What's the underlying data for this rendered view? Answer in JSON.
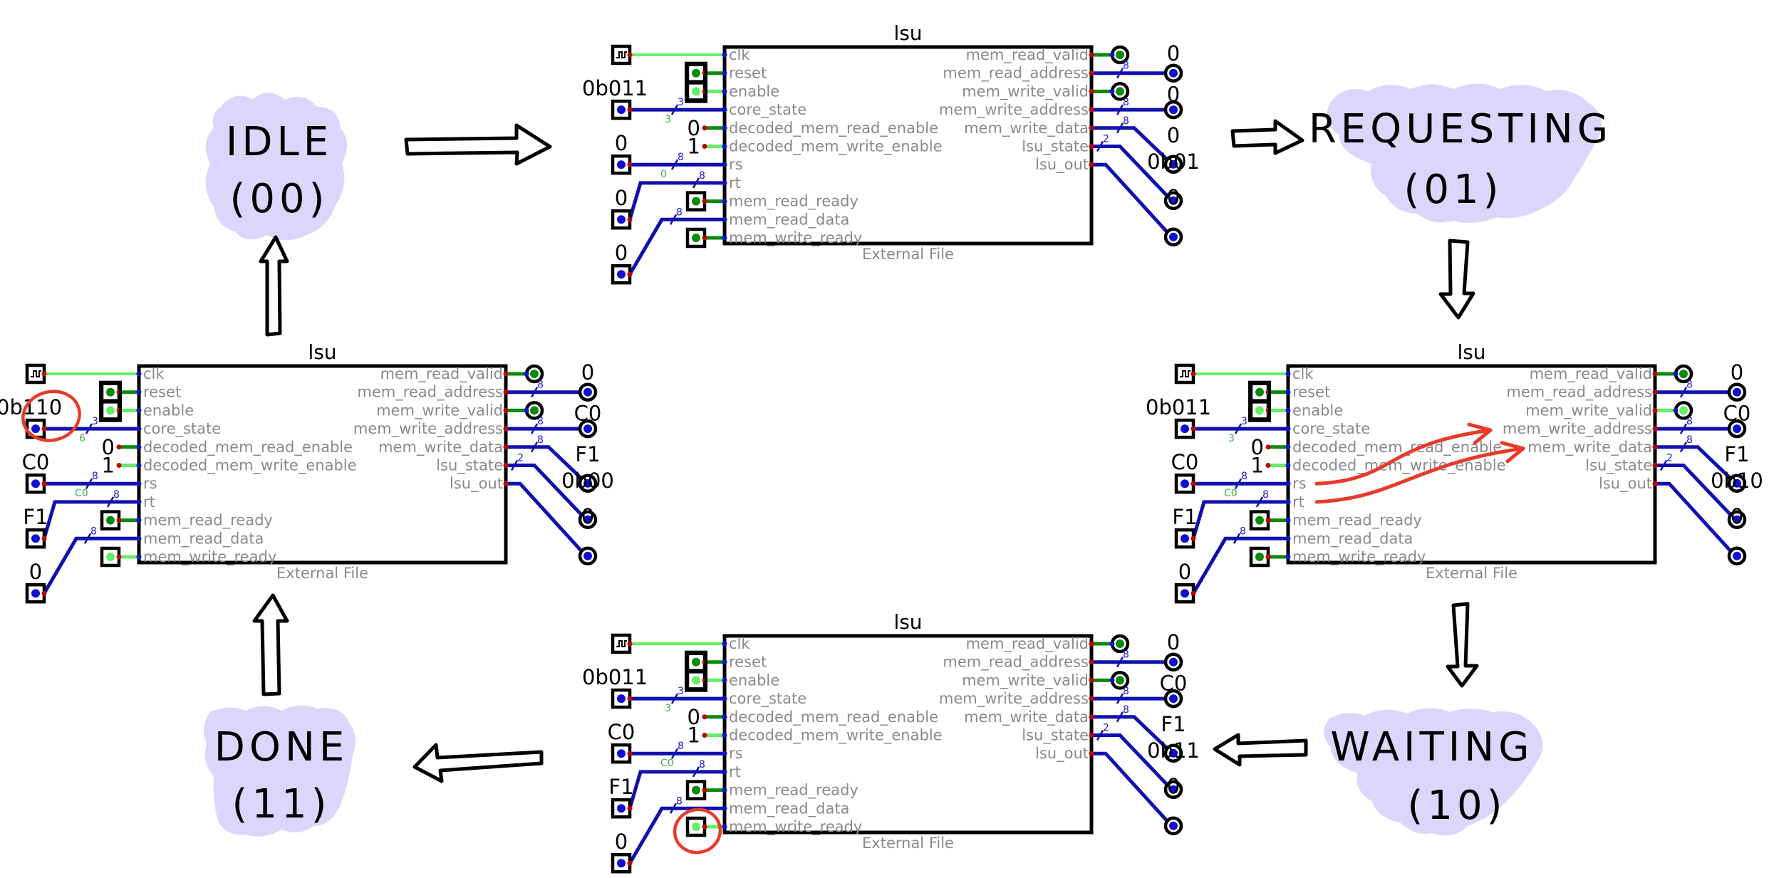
{
  "diagram": {
    "title": "LSU state machine walkthrough (memory write)",
    "colors": {
      "wire_bus": "#1010b0",
      "wire_high": "#66ee66",
      "wire_low": "#0a8a0a",
      "pin_red": "#c00000",
      "pin_blue": "#1010d0",
      "cloud": "#dcd6fc",
      "annotation": "#e83a2a",
      "label_grey": "#8a8a8a"
    },
    "states": [
      {
        "id": "idle",
        "name": "IDLE",
        "code": "(00)"
      },
      {
        "id": "requesting",
        "name": "REQUESTING",
        "code": "(01)"
      },
      {
        "id": "waiting",
        "name": "WAITING",
        "code": "(10)"
      },
      {
        "id": "done",
        "name": "DONE",
        "code": "(11)"
      }
    ],
    "transitions": [
      {
        "from": "idle",
        "to": "circuit-requesting"
      },
      {
        "from": "circuit-requesting",
        "to": "requesting"
      },
      {
        "from": "requesting",
        "to": "circuit-waiting"
      },
      {
        "from": "circuit-waiting",
        "to": "waiting"
      },
      {
        "from": "waiting",
        "to": "circuit-done"
      },
      {
        "from": "circuit-done",
        "to": "done"
      },
      {
        "from": "done",
        "to": "circuit-idle"
      },
      {
        "from": "circuit-idle",
        "to": "idle"
      }
    ],
    "block_common": {
      "title": "lsu",
      "footer": "External File",
      "inputs": [
        "clk",
        "reset",
        "enable",
        "core_state",
        "decoded_mem_read_enable",
        "decoded_mem_write_enable",
        "rs",
        "rt",
        "mem_read_ready",
        "mem_read_data",
        "mem_write_ready"
      ],
      "outputs": [
        "mem_read_valid",
        "mem_read_address",
        "mem_write_valid",
        "mem_write_address",
        "mem_write_data",
        "lsu_state",
        "lsu_out"
      ],
      "bus_widths": {
        "core_state": "3",
        "rs": "8",
        "rt": "8",
        "mem_read_data": "8",
        "mem_read_address": "8",
        "mem_write_address": "8",
        "mem_write_data": "8",
        "lsu_state": "2"
      }
    },
    "blocks": [
      {
        "id": "circuit-requesting",
        "position": "top",
        "inputs": {
          "reset": 0,
          "enable": 1,
          "core_state": "0b011",
          "core_state_tap": "3",
          "decoded_mem_read_enable": "0",
          "decoded_mem_write_enable": "1",
          "rs": "0",
          "rs_tap": "0",
          "rt": "0",
          "mem_read_ready": 0,
          "mem_read_data": "0",
          "mem_write_ready": 0
        },
        "outputs": {
          "mem_read_valid": 0,
          "mem_read_address": "0",
          "mem_write_valid": 0,
          "mem_write_address": "0",
          "mem_write_data": "0",
          "lsu_state": "0b01",
          "lsu_out": "0"
        }
      },
      {
        "id": "circuit-waiting",
        "position": "right",
        "inputs": {
          "reset": 0,
          "enable": 1,
          "core_state": "0b011",
          "core_state_tap": "3",
          "decoded_mem_read_enable": "0",
          "decoded_mem_write_enable": "1",
          "rs": "C0",
          "rs_tap": "C0",
          "rt": "F1",
          "mem_read_ready": 0,
          "mem_read_data": "0",
          "mem_write_ready": 0
        },
        "outputs": {
          "mem_read_valid": 0,
          "mem_read_address": "0",
          "mem_write_valid": 1,
          "mem_write_address": "C0",
          "mem_write_data": "F1",
          "lsu_state": "0b10",
          "lsu_out": "0"
        },
        "annotations": [
          {
            "type": "arrow",
            "from": "rs",
            "to": "mem_write_address"
          },
          {
            "type": "arrow",
            "from": "rt",
            "to": "mem_write_data"
          }
        ]
      },
      {
        "id": "circuit-done",
        "position": "bottom",
        "inputs": {
          "reset": 0,
          "enable": 1,
          "core_state": "0b011",
          "core_state_tap": "3",
          "decoded_mem_read_enable": "0",
          "decoded_mem_write_enable": "1",
          "rs": "C0",
          "rs_tap": "C0",
          "rt": "F1",
          "mem_read_ready": 0,
          "mem_read_data": "0",
          "mem_write_ready": 1
        },
        "outputs": {
          "mem_read_valid": 0,
          "mem_read_address": "0",
          "mem_write_valid": 0,
          "mem_write_address": "C0",
          "mem_write_data": "F1",
          "lsu_state": "0b11",
          "lsu_out": "0"
        },
        "annotations": [
          {
            "type": "circle",
            "target": "mem_write_ready"
          }
        ]
      },
      {
        "id": "circuit-idle",
        "position": "left",
        "inputs": {
          "reset": 0,
          "enable": 1,
          "core_state": "0b110",
          "core_state_tap": "6",
          "decoded_mem_read_enable": "0",
          "decoded_mem_write_enable": "1",
          "rs": "C0",
          "rs_tap": "C0",
          "rt": "F1",
          "mem_read_ready": 0,
          "mem_read_data": "0",
          "mem_write_ready": 1
        },
        "outputs": {
          "mem_read_valid": 0,
          "mem_read_address": "0",
          "mem_write_valid": 0,
          "mem_write_address": "C0",
          "mem_write_data": "F1",
          "lsu_state": "0b00",
          "lsu_out": "0"
        },
        "annotations": [
          {
            "type": "circle",
            "target": "core_state"
          }
        ]
      }
    ]
  }
}
